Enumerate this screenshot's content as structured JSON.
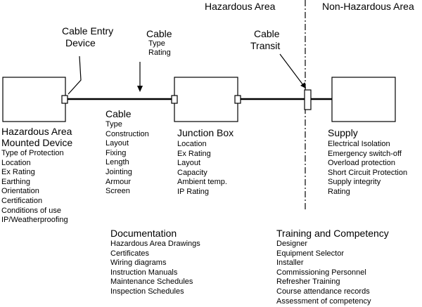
{
  "zones": {
    "hazardous": "Hazardous Area",
    "non_hazardous": "Non-Hazardous Area"
  },
  "callouts": {
    "cable_entry": [
      "Cable Entry",
      "Device"
    ],
    "cable_top": {
      "title": "Cable",
      "items": [
        "Type",
        "Rating"
      ]
    },
    "cable_transit": [
      "Cable",
      "Transit"
    ]
  },
  "device": {
    "title": [
      "Hazardous Area",
      "Mounted Device"
    ],
    "items": [
      "Type of Protection",
      "Location",
      "Ex Rating",
      "Earthing",
      "Orientation",
      "Certification",
      "Conditions of use",
      "IP/Weatherproofing"
    ]
  },
  "cable": {
    "title": "Cable",
    "items": [
      "Type",
      "Construction",
      "Layout",
      "Fixing",
      "Length",
      "Jointing",
      "Armour",
      "Screen"
    ]
  },
  "junction_box": {
    "title": "Junction Box",
    "items": [
      "Location",
      "Ex Rating",
      "Layout",
      "Capacity",
      "Ambient temp.",
      "IP Rating"
    ]
  },
  "supply": {
    "title": "Supply",
    "items": [
      "Electrical Isolation",
      "Emergency switch-off",
      "Overload protection",
      "Short Circuit Protection",
      "Supply integrity",
      "Rating"
    ]
  },
  "documentation": {
    "title": "Documentation",
    "items": [
      "Hazardous Area Drawings",
      "Certificates",
      "Wiring diagrams",
      "Instruction Manuals",
      "Maintenance Schedules",
      "Inspection Schedules"
    ]
  },
  "training": {
    "title": "Training and Competency",
    "items": [
      "Designer",
      "Equipment Selector",
      "Installer",
      "Commissioning Personnel",
      "Refresher Training",
      "Course attendance records",
      "Assessment of competency"
    ]
  }
}
